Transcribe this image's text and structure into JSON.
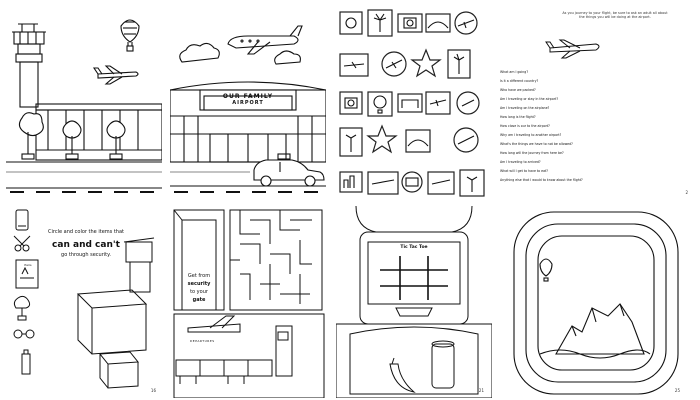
{
  "page_numbers": {
    "p4": "2",
    "p5": "16",
    "p6": "?",
    "p7": "21",
    "p8": "25"
  },
  "airport_sign": {
    "line1": "OUR FAMILY",
    "line2": "AIRPORT"
  },
  "questions_page": {
    "intro": "As you journey to your flight, be sure to ask an adult all about the things you will be doing at the airport.",
    "questions": [
      "What am I going?",
      "Is it a different country?",
      "Who have we packed?",
      "Am I traveling or stay in the airport?",
      "Am I traveling on the airplane?",
      "How long is the flight?",
      "How close is our to the airport?",
      "Why am I traveling to another airport?",
      "What's the things we have to not be allowed?",
      "How long will the journey from here be?",
      "Am I traveling to arrived?",
      "What will I get to have to eat?",
      "Anything else that I would to know about the flight?"
    ]
  },
  "security_page": {
    "line1": "Circle and color the items that",
    "line2": "can and can't",
    "line3": "go through security."
  },
  "maze_page": {
    "line1": "Get from",
    "line2": "security",
    "line3": "to your",
    "line4": "gate"
  },
  "game_page": {
    "title": "Tic Tac Toe"
  },
  "book_label": "Paris",
  "departures_label": "DEPARTURES",
  "colors": {
    "ink": "#111111",
    "paper": "#ffffff",
    "rule": "#999999"
  }
}
